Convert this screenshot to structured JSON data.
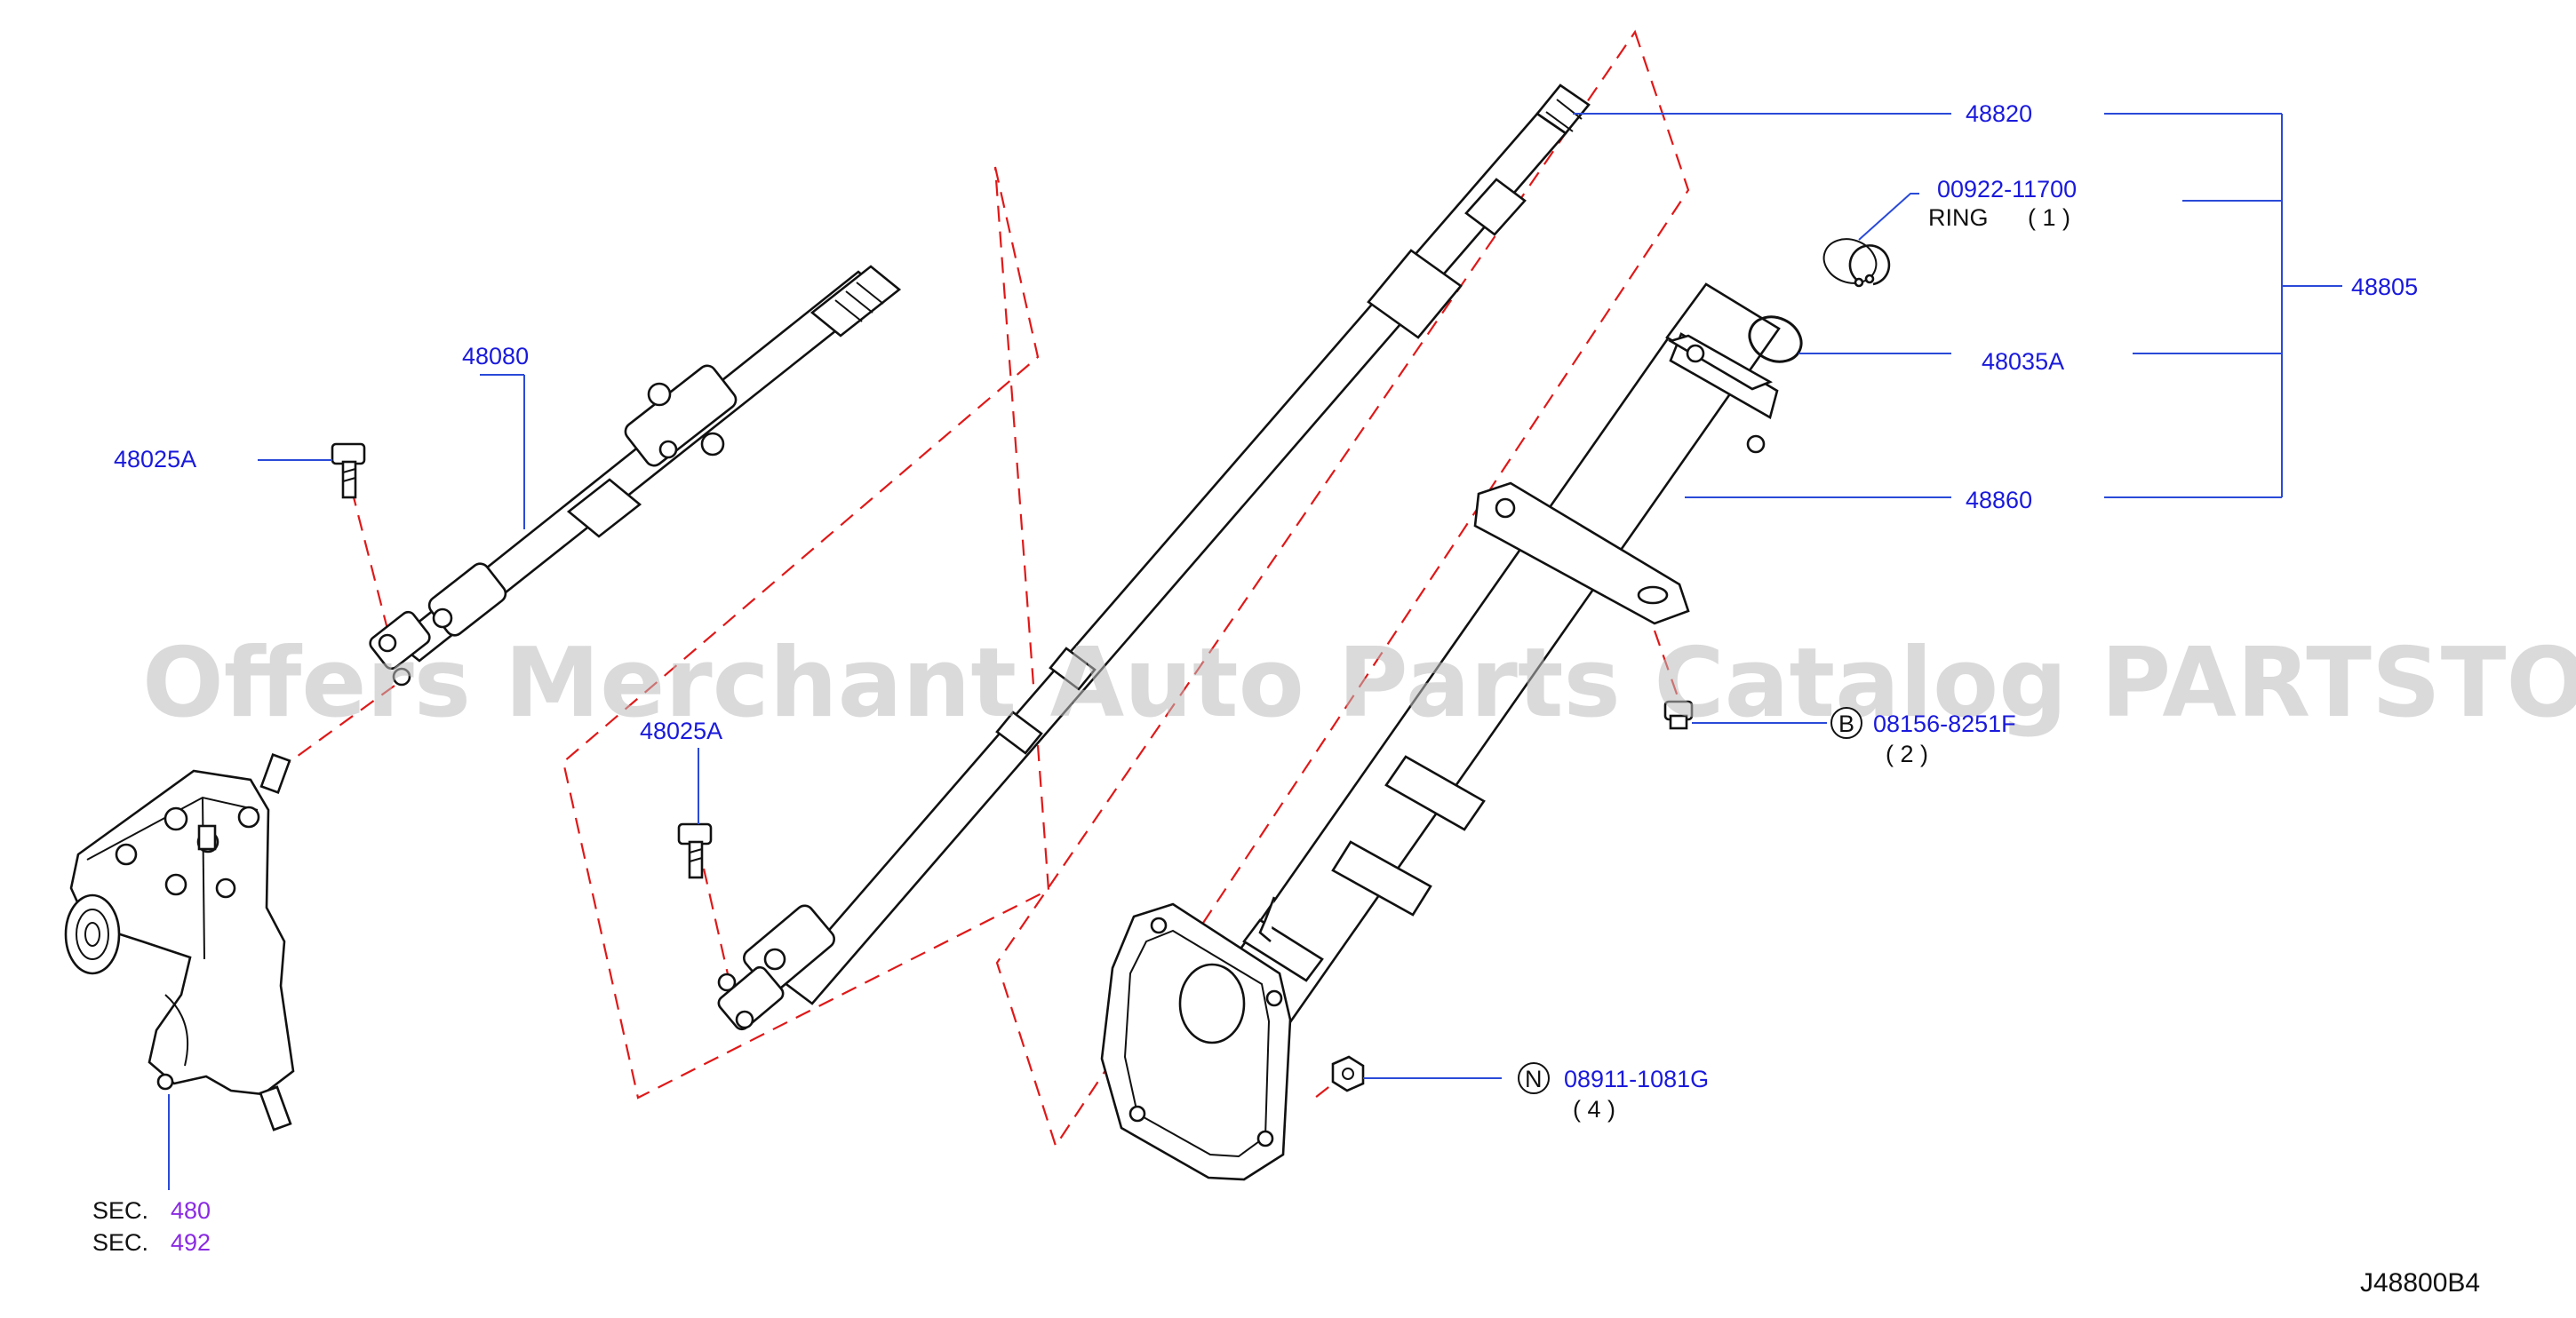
{
  "labels": {
    "p48820": "48820",
    "p00922": "00922-11700",
    "ring": "RING",
    "ring_qty": "( 1 )",
    "p48805": "48805",
    "p48035a": "48035A",
    "p48860": "48860",
    "p48080": "48080",
    "p48025a_left": "48025A",
    "p48025a_mid": "48025A",
    "b_symbol": "B",
    "p08156": "08156-8251F",
    "b_qty": "( 2 )",
    "n_symbol": "N",
    "p08911": "08911-1081G",
    "n_qty": "( 4 )",
    "sec": "SEC.",
    "sec_480": "480",
    "sec2": "SEC.",
    "sec_492": "492",
    "diagram_code": "J48800B4"
  },
  "watermark": "Offers Merchant Auto Parts Catalog PARTSTORE.SA",
  "colors": {
    "part_number": "#1a1adc",
    "section_ref": "#8a2be2",
    "dashed_guide": "#e01818",
    "leader": "#2a4ad8",
    "linework": "#111111",
    "watermark": "#bdbdbd"
  }
}
